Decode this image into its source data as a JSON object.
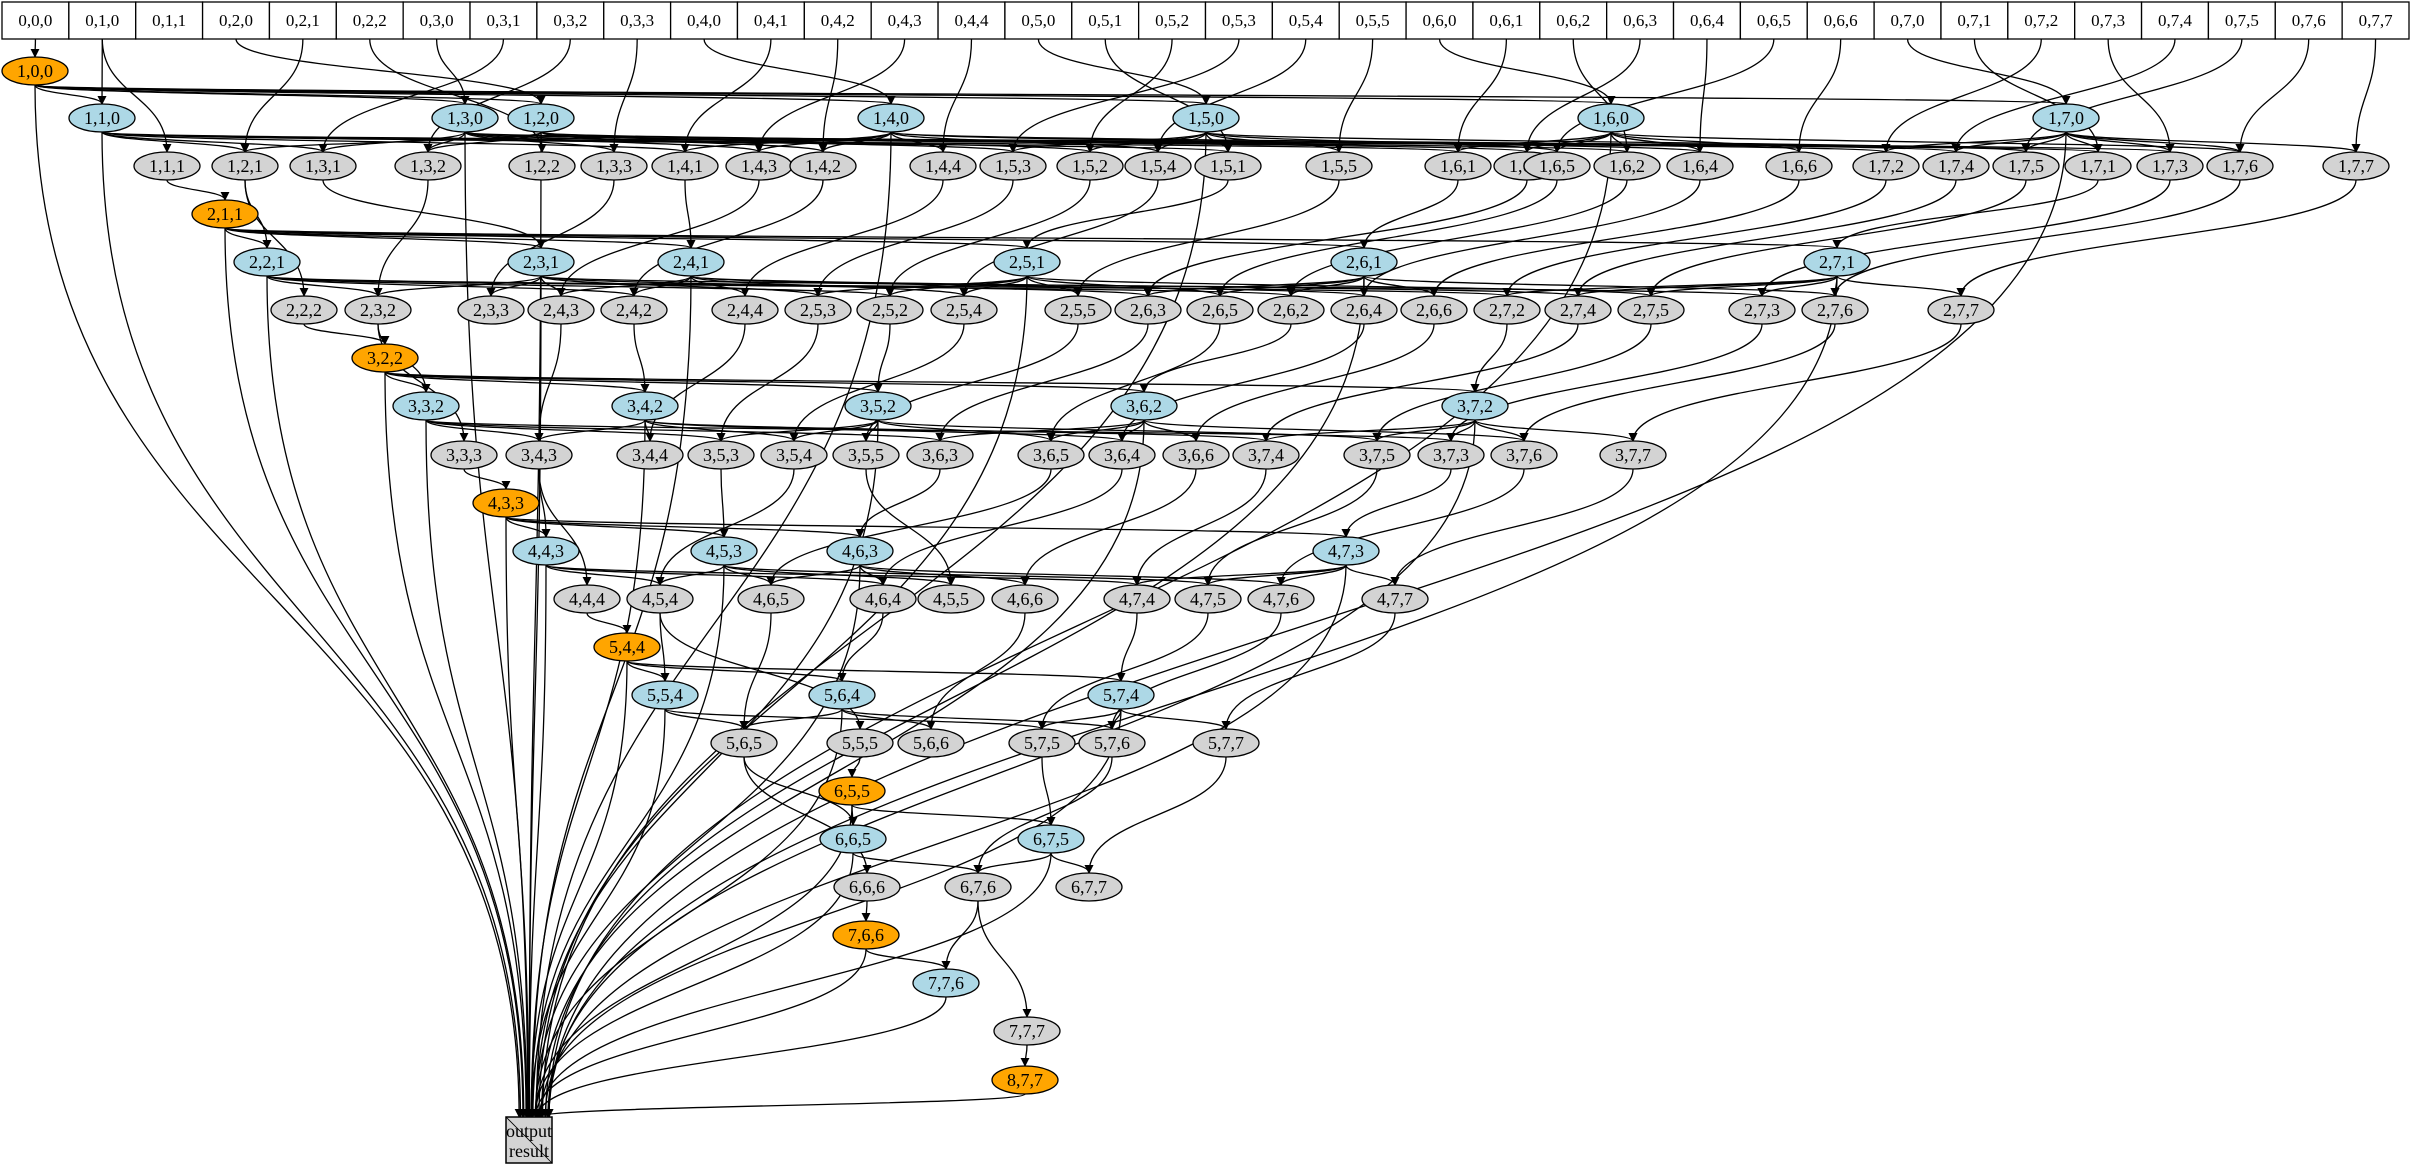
{
  "colors": {
    "orange": "#ffa500",
    "blue": "#add8e6",
    "gray": "#d3d3d3",
    "header": "#ffffff",
    "output": "#d3d3d3",
    "stroke": "#000000"
  },
  "header_cells": [
    "0,0,0",
    "0,1,0",
    "0,1,1",
    "0,2,0",
    "0,2,1",
    "0,2,2",
    "0,3,0",
    "0,3,1",
    "0,3,2",
    "0,3,3",
    "0,4,0",
    "0,4,1",
    "0,4,2",
    "0,4,3",
    "0,4,4",
    "0,5,0",
    "0,5,1",
    "0,5,2",
    "0,5,3",
    "0,5,4",
    "0,5,5",
    "0,6,0",
    "0,6,1",
    "0,6,2",
    "0,6,3",
    "0,6,4",
    "0,6,5",
    "0,6,6",
    "0,7,0",
    "0,7,1",
    "0,7,2",
    "0,7,3",
    "0,7,4",
    "0,7,5",
    "0,7,6",
    "0,7,7"
  ],
  "output_label": [
    "output",
    "result"
  ],
  "nodes": [
    {
      "id": "1,0,0",
      "kind": "orange"
    },
    {
      "id": "1,1,0",
      "kind": "blue"
    },
    {
      "id": "1,3,0",
      "kind": "blue"
    },
    {
      "id": "1,2,0",
      "kind": "blue"
    },
    {
      "id": "1,4,0",
      "kind": "blue"
    },
    {
      "id": "1,5,0",
      "kind": "blue"
    },
    {
      "id": "1,6,0",
      "kind": "blue"
    },
    {
      "id": "1,7,0",
      "kind": "blue"
    },
    {
      "id": "1,1,1",
      "kind": "gray"
    },
    {
      "id": "1,2,1",
      "kind": "gray"
    },
    {
      "id": "1,3,1",
      "kind": "gray"
    },
    {
      "id": "1,3,2",
      "kind": "gray"
    },
    {
      "id": "1,2,2",
      "kind": "gray"
    },
    {
      "id": "1,3,3",
      "kind": "gray"
    },
    {
      "id": "1,4,1",
      "kind": "gray"
    },
    {
      "id": "1,4,3",
      "kind": "gray"
    },
    {
      "id": "1,4,2",
      "kind": "gray"
    },
    {
      "id": "1,4,4",
      "kind": "gray"
    },
    {
      "id": "1,5,3",
      "kind": "gray"
    },
    {
      "id": "1,5,2",
      "kind": "gray"
    },
    {
      "id": "1,5,4",
      "kind": "gray"
    },
    {
      "id": "1,5,1",
      "kind": "gray"
    },
    {
      "id": "1,5,5",
      "kind": "gray"
    },
    {
      "id": "1,6,1",
      "kind": "gray"
    },
    {
      "id": "1,6,3",
      "kind": "gray"
    },
    {
      "id": "1,6,5",
      "kind": "gray"
    },
    {
      "id": "1,6,2",
      "kind": "gray"
    },
    {
      "id": "1,6,4",
      "kind": "gray"
    },
    {
      "id": "1,6,6",
      "kind": "gray"
    },
    {
      "id": "1,7,2",
      "kind": "gray"
    },
    {
      "id": "1,7,4",
      "kind": "gray"
    },
    {
      "id": "1,7,5",
      "kind": "gray"
    },
    {
      "id": "1,7,1",
      "kind": "gray"
    },
    {
      "id": "1,7,3",
      "kind": "gray"
    },
    {
      "id": "1,7,6",
      "kind": "gray"
    },
    {
      "id": "1,7,7",
      "kind": "gray"
    },
    {
      "id": "2,1,1",
      "kind": "orange"
    },
    {
      "id": "2,2,1",
      "kind": "blue"
    },
    {
      "id": "2,3,1",
      "kind": "blue"
    },
    {
      "id": "2,4,1",
      "kind": "blue"
    },
    {
      "id": "2,5,1",
      "kind": "blue"
    },
    {
      "id": "2,6,1",
      "kind": "blue"
    },
    {
      "id": "2,7,1",
      "kind": "blue"
    },
    {
      "id": "2,2,2",
      "kind": "gray"
    },
    {
      "id": "2,3,2",
      "kind": "gray"
    },
    {
      "id": "2,3,3",
      "kind": "gray"
    },
    {
      "id": "2,4,3",
      "kind": "gray"
    },
    {
      "id": "2,4,2",
      "kind": "gray"
    },
    {
      "id": "2,4,4",
      "kind": "gray"
    },
    {
      "id": "2,5,3",
      "kind": "gray"
    },
    {
      "id": "2,5,2",
      "kind": "gray"
    },
    {
      "id": "2,5,4",
      "kind": "gray"
    },
    {
      "id": "2,5,5",
      "kind": "gray"
    },
    {
      "id": "2,6,3",
      "kind": "gray"
    },
    {
      "id": "2,6,5",
      "kind": "gray"
    },
    {
      "id": "2,6,2",
      "kind": "gray"
    },
    {
      "id": "2,6,4",
      "kind": "gray"
    },
    {
      "id": "2,6,6",
      "kind": "gray"
    },
    {
      "id": "2,7,2",
      "kind": "gray"
    },
    {
      "id": "2,7,4",
      "kind": "gray"
    },
    {
      "id": "2,7,5",
      "kind": "gray"
    },
    {
      "id": "2,7,3",
      "kind": "gray"
    },
    {
      "id": "2,7,6",
      "kind": "gray"
    },
    {
      "id": "2,7,7",
      "kind": "gray"
    },
    {
      "id": "3,2,2",
      "kind": "orange"
    },
    {
      "id": "3,3,2",
      "kind": "blue"
    },
    {
      "id": "3,4,2",
      "kind": "blue"
    },
    {
      "id": "3,5,2",
      "kind": "blue"
    },
    {
      "id": "3,6,2",
      "kind": "blue"
    },
    {
      "id": "3,7,2",
      "kind": "blue"
    },
    {
      "id": "3,3,3",
      "kind": "gray"
    },
    {
      "id": "3,4,3",
      "kind": "gray"
    },
    {
      "id": "3,4,4",
      "kind": "gray"
    },
    {
      "id": "3,5,3",
      "kind": "gray"
    },
    {
      "id": "3,5,4",
      "kind": "gray"
    },
    {
      "id": "3,5,5",
      "kind": "gray"
    },
    {
      "id": "3,6,3",
      "kind": "gray"
    },
    {
      "id": "3,6,5",
      "kind": "gray"
    },
    {
      "id": "3,6,4",
      "kind": "gray"
    },
    {
      "id": "3,6,6",
      "kind": "gray"
    },
    {
      "id": "3,7,4",
      "kind": "gray"
    },
    {
      "id": "3,7,5",
      "kind": "gray"
    },
    {
      "id": "3,7,3",
      "kind": "gray"
    },
    {
      "id": "3,7,6",
      "kind": "gray"
    },
    {
      "id": "3,7,7",
      "kind": "gray"
    },
    {
      "id": "4,3,3",
      "kind": "orange"
    },
    {
      "id": "4,4,3",
      "kind": "blue"
    },
    {
      "id": "4,5,3",
      "kind": "blue"
    },
    {
      "id": "4,6,3",
      "kind": "blue"
    },
    {
      "id": "4,7,3",
      "kind": "blue"
    },
    {
      "id": "4,4,4",
      "kind": "gray"
    },
    {
      "id": "4,5,4",
      "kind": "gray"
    },
    {
      "id": "4,6,5",
      "kind": "gray"
    },
    {
      "id": "4,6,4",
      "kind": "gray"
    },
    {
      "id": "4,5,5",
      "kind": "gray"
    },
    {
      "id": "4,6,6",
      "kind": "gray"
    },
    {
      "id": "4,7,4",
      "kind": "gray"
    },
    {
      "id": "4,7,5",
      "kind": "gray"
    },
    {
      "id": "4,7,6",
      "kind": "gray"
    },
    {
      "id": "4,7,7",
      "kind": "gray"
    },
    {
      "id": "5,4,4",
      "kind": "orange"
    },
    {
      "id": "5,5,4",
      "kind": "blue"
    },
    {
      "id": "5,6,4",
      "kind": "blue"
    },
    {
      "id": "5,7,4",
      "kind": "blue"
    },
    {
      "id": "5,6,5",
      "kind": "gray"
    },
    {
      "id": "5,5,5",
      "kind": "gray"
    },
    {
      "id": "5,6,6",
      "kind": "gray"
    },
    {
      "id": "5,7,5",
      "kind": "gray"
    },
    {
      "id": "5,7,6",
      "kind": "gray"
    },
    {
      "id": "5,7,7",
      "kind": "gray"
    },
    {
      "id": "6,5,5",
      "kind": "orange"
    },
    {
      "id": "6,6,5",
      "kind": "blue"
    },
    {
      "id": "6,7,5",
      "kind": "blue"
    },
    {
      "id": "6,6,6",
      "kind": "gray"
    },
    {
      "id": "6,7,6",
      "kind": "gray"
    },
    {
      "id": "6,7,7",
      "kind": "gray"
    },
    {
      "id": "7,6,6",
      "kind": "orange"
    },
    {
      "id": "7,7,6",
      "kind": "blue"
    },
    {
      "id": "7,7,7",
      "kind": "gray"
    },
    {
      "id": "8,7,7",
      "kind": "orange"
    }
  ]
}
